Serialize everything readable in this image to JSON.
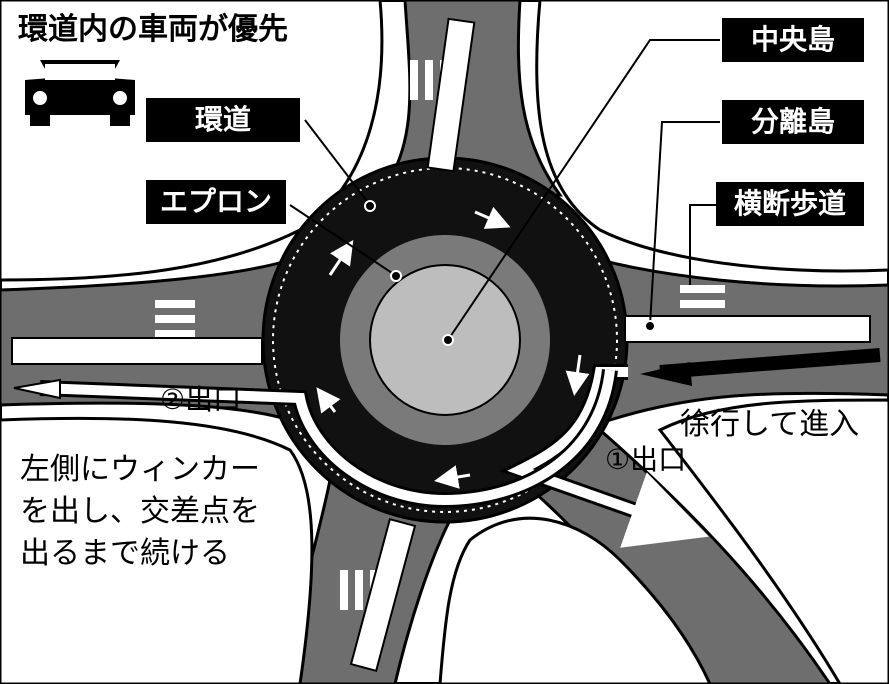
{
  "title": "環道内の車両が優先",
  "labels": {
    "kando": "環道",
    "apron": "エプロン",
    "central_island": "中央島",
    "splitter_island": "分離島",
    "crosswalk": "横断歩道"
  },
  "exits": {
    "exit1": "①出口",
    "exit2": "②出口"
  },
  "entry_note": "徐行して進入",
  "signal_note": [
    "左側にウィンカー",
    "を出し、交差点を",
    "出るまで続ける"
  ],
  "icons": [
    "car-icon"
  ],
  "colors": {
    "road": "#6e6e6e",
    "ring_road": "#111111",
    "apron": "#7a7a7a",
    "central_island": "#bdbdbd",
    "label_bg": "#000000",
    "label_text": "#ffffff"
  }
}
